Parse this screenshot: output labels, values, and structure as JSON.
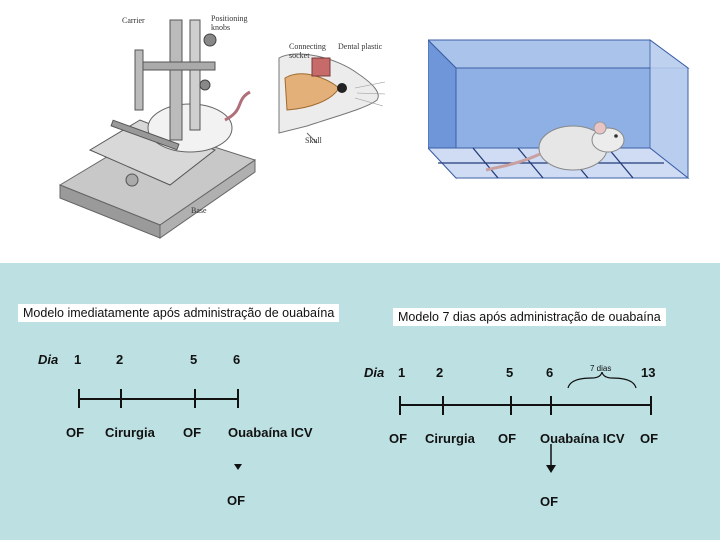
{
  "figures": {
    "stereotaxic": {
      "carrier_label": "Carrier",
      "knobs_label": "Positioning knobs",
      "base_label": "Base"
    },
    "head": {
      "connecting_label": "Connecting socket",
      "dental_label": "Dental plastic",
      "skull_label": "Skull"
    }
  },
  "left_model": {
    "title": "Modelo imediatamente após administração de ouabaína",
    "dia_label": "Dia",
    "days": [
      "1",
      "2",
      "5",
      "6"
    ],
    "events": [
      "OF",
      "Cirurgia",
      "OF",
      "Ouabaína ICV"
    ],
    "after_label": "OF"
  },
  "right_model": {
    "title": "Modelo 7 dias após administração de ouabaína",
    "dia_label": "Dia",
    "days": [
      "1",
      "2",
      "5",
      "6",
      "13"
    ],
    "events": [
      "OF",
      "Cirurgia",
      "OF",
      "Ouabaína ICV",
      "OF"
    ],
    "interval_label": "7 dias",
    "after_label": "OF"
  },
  "colors": {
    "background_bottom": "#bde0e3",
    "box_blue": "#5b86d0"
  }
}
